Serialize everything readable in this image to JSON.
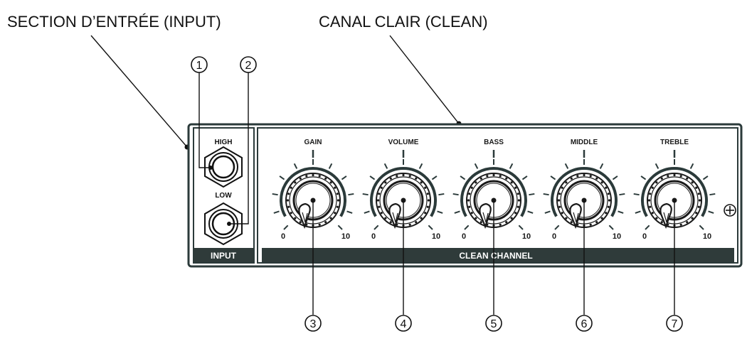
{
  "callouts": {
    "input_section": "SECTION D’ENTRÉE (INPUT)",
    "clean_channel": "CANAL CLAIR (CLEAN)"
  },
  "markers": [
    "1",
    "2",
    "3",
    "4",
    "5",
    "6",
    "7"
  ],
  "input_panel": {
    "high_label": "HIGH",
    "low_label": "LOW",
    "footer_label": "INPUT"
  },
  "clean_panel": {
    "footer_label": "CLEAN CHANNEL",
    "scale_min": "0",
    "scale_max": "10",
    "knobs": [
      {
        "label": "GAIN"
      },
      {
        "label": "VOLUME"
      },
      {
        "label": "BASS"
      },
      {
        "label": "MIDDLE"
      },
      {
        "label": "TREBLE"
      }
    ]
  },
  "colors": {
    "ink": "#1a1a1a",
    "panel_stroke": "#2b3a3a",
    "footer_bar": "#2f3b3a",
    "footer_text": "#ffffff"
  }
}
